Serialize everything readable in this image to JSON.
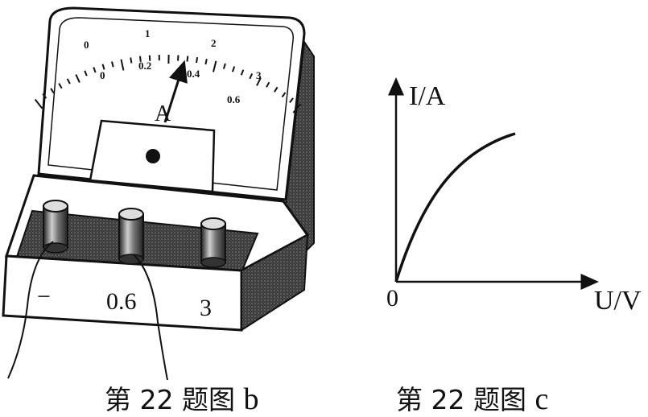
{
  "ammeter": {
    "upper_scale_labels": [
      "0",
      "1",
      "2",
      "3"
    ],
    "lower_scale_labels": [
      "0",
      "0.2",
      "0.4",
      "0.6"
    ],
    "unit_symbol": "A",
    "terminal_labels": [
      "−",
      "0.6",
      "3"
    ],
    "needle_reading_lower_scale": 0.4,
    "colors": {
      "ink": "#111111",
      "panel": "#ffffff",
      "shadow": "#555555"
    }
  },
  "graph": {
    "y_axis_label": "I/A",
    "x_axis_label": "U/V",
    "origin_label": "0",
    "curve": "concave-down rising"
  },
  "captions": {
    "b": {
      "prefix": "第 22 题图",
      "letter": "b"
    },
    "c": {
      "prefix": "第 22 题图",
      "letter": "c"
    }
  }
}
